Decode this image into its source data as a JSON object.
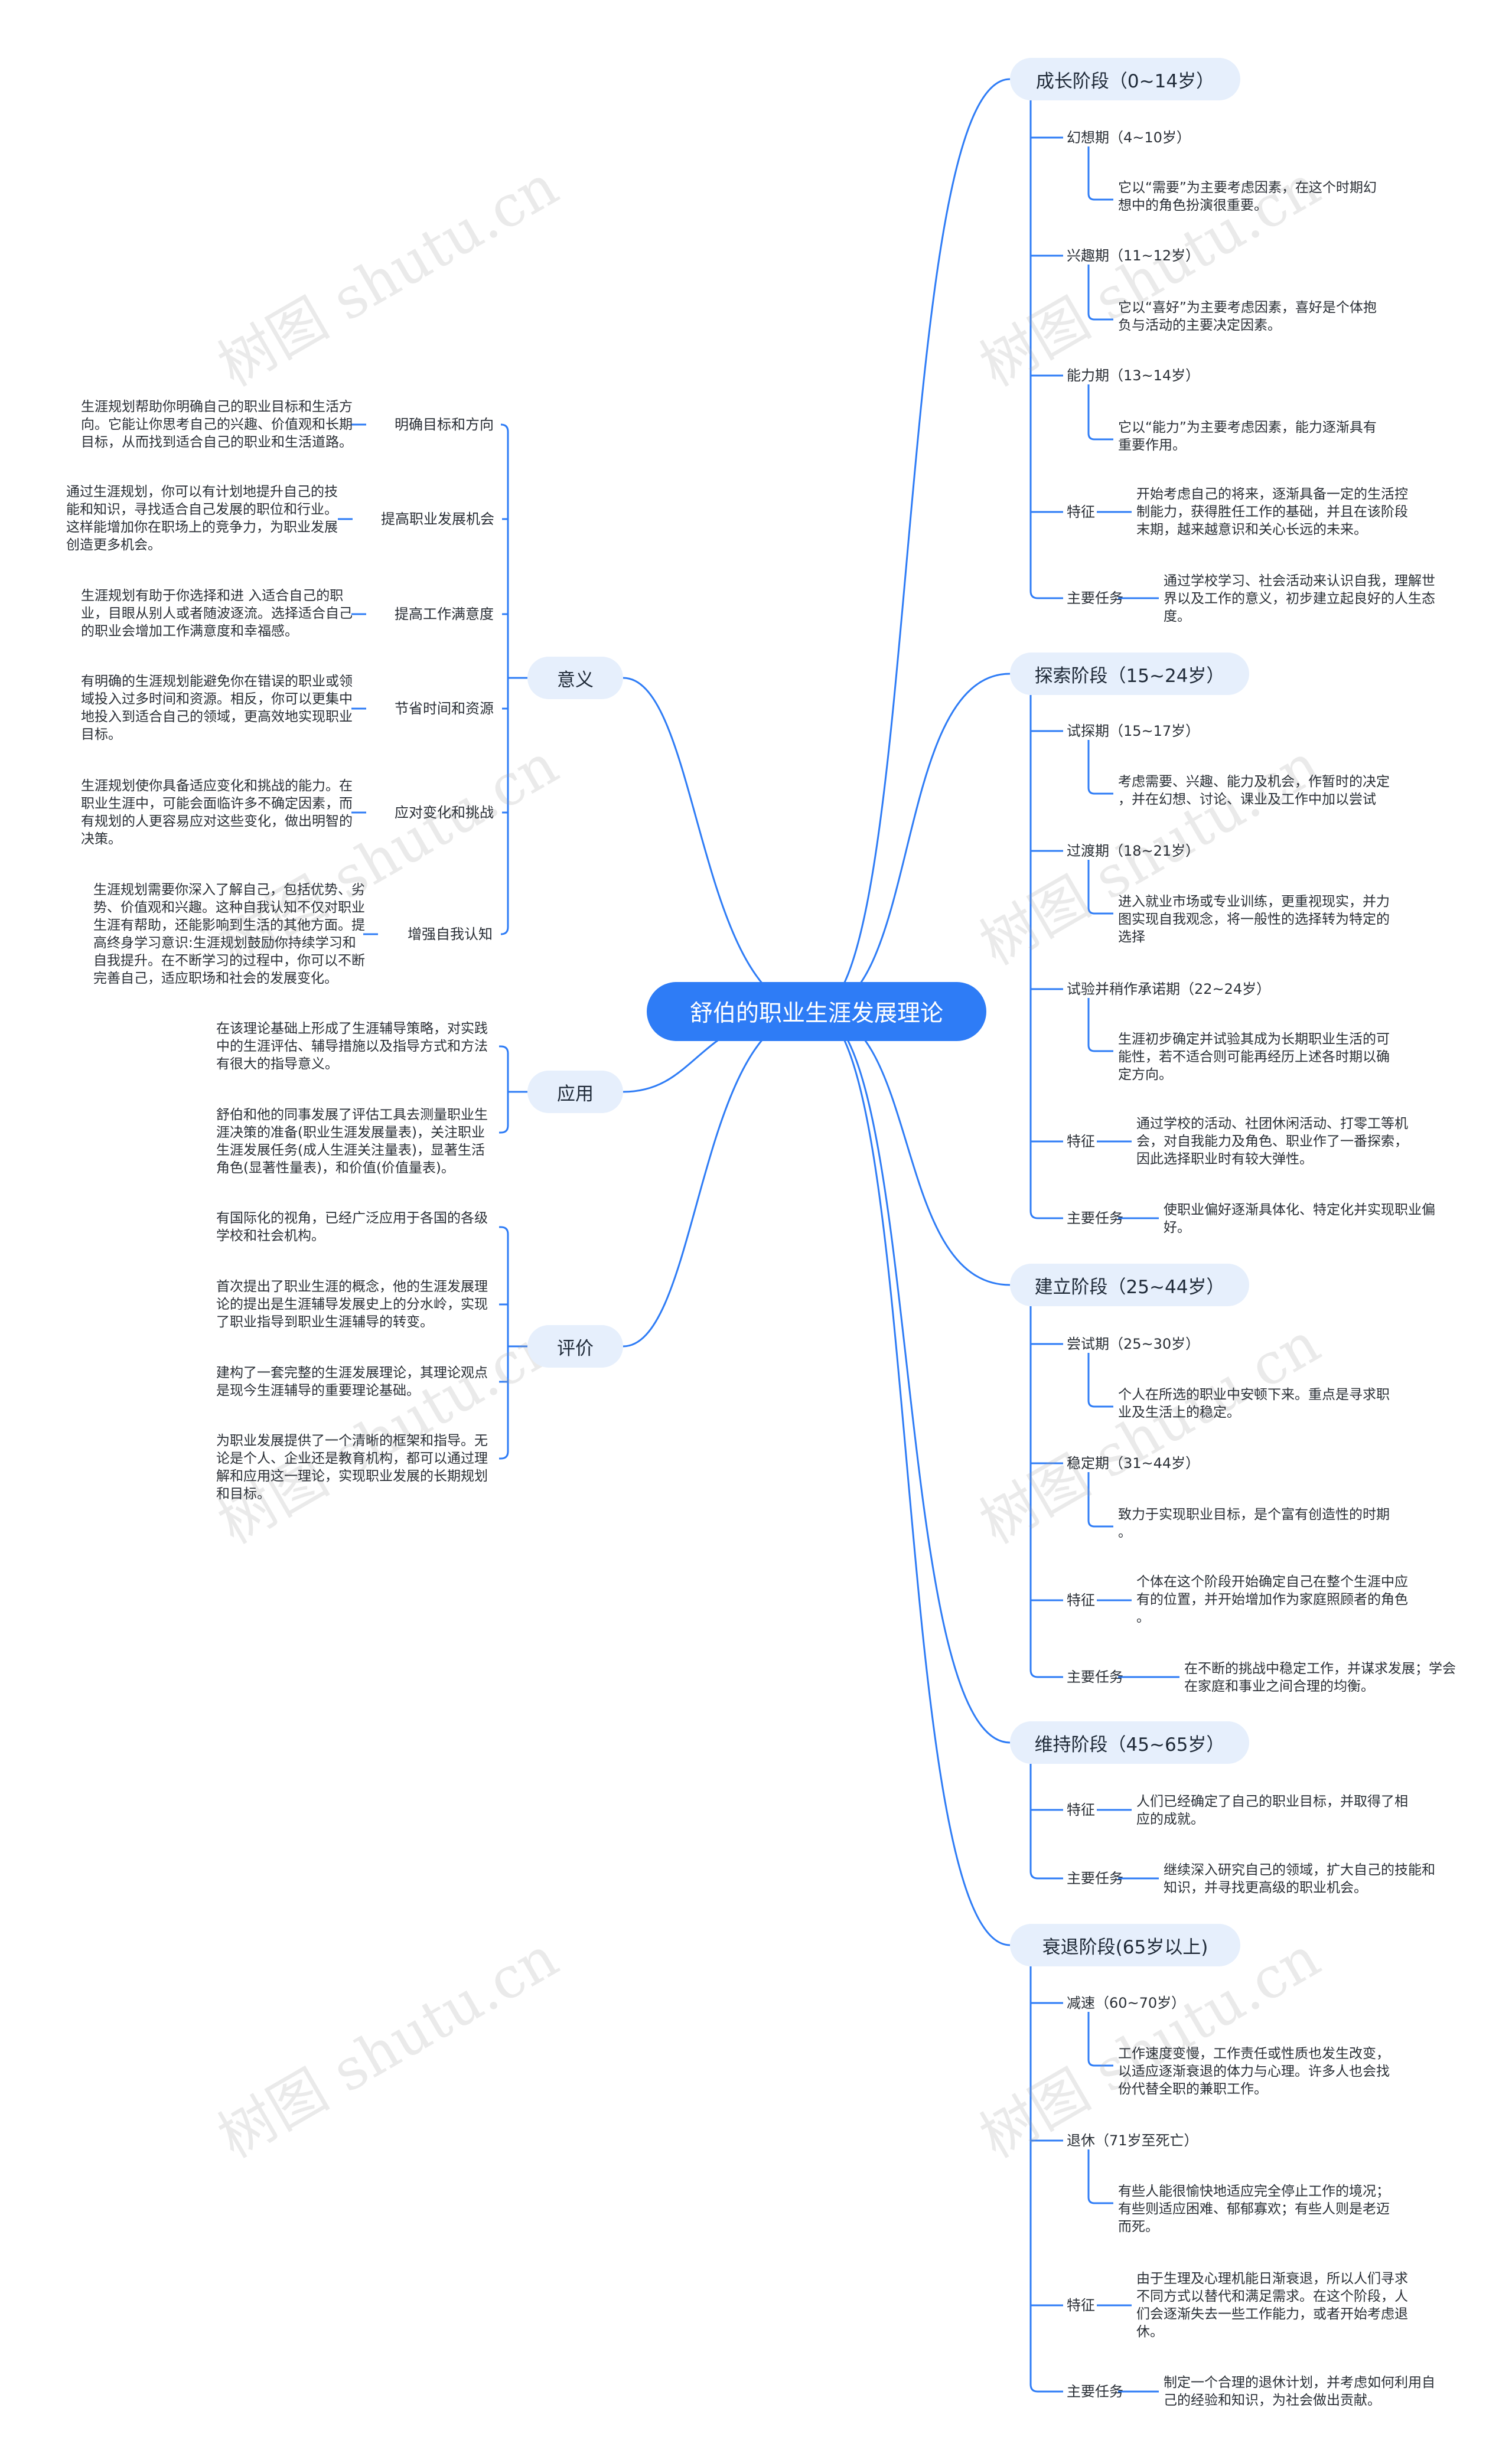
{
  "watermark": "树图 shutu.cn",
  "colors": {
    "line": "#2e7cf6",
    "root_bg": "#2e7cf6",
    "pill_bg": "#e6effc"
  },
  "root": "舒伯的职业生涯发展理论",
  "right": {
    "growth": {
      "title": "成长阶段（0~14岁）",
      "fantasy": {
        "label": "幻想期（4~10岁）",
        "text": "它以“需要”为主要考虑因素，在这个时期幻\n想中的角色扮演很重要。"
      },
      "interest": {
        "label": "兴趣期（11~12岁）",
        "text": "它以“喜好”为主要考虑因素，喜好是个体抱\n负与活动的主要决定因素。"
      },
      "capacity": {
        "label": "能力期（13~14岁）",
        "text": "它以“能力”为主要考虑因素，能力逐渐具有\n重要作用。"
      },
      "feature": {
        "label": "特征",
        "text": "开始考虑自己的将来，逐渐具备一定的生活控\n制能力，获得胜任工作的基础，并且在该阶段\n末期，越来越意识和关心长远的未来。"
      },
      "task": {
        "label": "主要任务",
        "text": "通过学校学习、社会活动来认识自我，理解世\n界以及工作的意义，初步建立起良好的人生态\n度。"
      }
    },
    "explore": {
      "title": "探索阶段（15~24岁）",
      "trial": {
        "label": "试探期（15~17岁）",
        "text": "考虑需要、兴趣、能力及机会，作暂时的决定\n，并在幻想、讨论、课业及工作中加以尝试"
      },
      "transition": {
        "label": "过渡期（18~21岁）",
        "text": "进入就业市场或专业训练，更重视现实，并力\n图实现自我观念，将一般性的选择转为特定的\n选择"
      },
      "commit": {
        "label": "试验并稍作承诺期（22~24岁）",
        "text": "生涯初步确定并试验其成为长期职业生活的可\n能性，若不适合则可能再经历上述各时期以确\n定方向。"
      },
      "feature": {
        "label": "特征",
        "text": "通过学校的活动、社团休闲活动、打零工等机\n会，对自我能力及角色、职业作了一番探索，\n因此选择职业时有较大弹性。"
      },
      "task": {
        "label": "主要任务",
        "text": "使职业偏好逐渐具体化、特定化并实现职业偏\n好。"
      }
    },
    "establish": {
      "title": "建立阶段（25~44岁）",
      "tryout": {
        "label": "尝试期（25~30岁）",
        "text": "个人在所选的职业中安顿下来。重点是寻求职\n业及生活上的稳定。"
      },
      "stable": {
        "label": "稳定期（31~44岁）",
        "text": "致力于实现职业目标，是个富有创造性的时期\n。"
      },
      "feature": {
        "label": "特征",
        "text": "个体在这个阶段开始确定自己在整个生涯中应\n有的位置，并开始增加作为家庭照顾者的角色\n。"
      },
      "task": {
        "label": "主要任务",
        "text": "在不断的挑战中稳定工作，并谋求发展；学会\n在家庭和事业之间合理的均衡。"
      }
    },
    "maintain": {
      "title": "维持阶段（45~65岁）",
      "feature": {
        "label": "特征",
        "text": "人们已经确定了自己的职业目标，并取得了相\n应的成就。"
      },
      "task": {
        "label": "主要任务",
        "text": "继续深入研究自己的领域，扩大自己的技能和\n知识，并寻找更高级的职业机会。"
      }
    },
    "decline": {
      "title": "衰退阶段(65岁以上)",
      "slowdown": {
        "label": "减速（60~70岁）",
        "text": "工作速度变慢，工作责任或性质也发生改变，\n以适应逐渐衰退的体力与心理。许多人也会找\n份代替全职的兼职工作。"
      },
      "retire": {
        "label": "退休（71岁至死亡）",
        "text": "有些人能很愉快地适应完全停止工作的境况；\n有些则适应困难、郁郁寡欢；有些人则是老迈\n而死。"
      },
      "feature": {
        "label": "特征",
        "text": "由于生理及心理机能日渐衰退，所以人们寻求\n不同方式以替代和满足需求。在这个阶段，人\n们会逐渐失去一些工作能力，或者开始考虑退\n休。"
      },
      "task": {
        "label": "主要任务",
        "text": "制定一个合理的退休计划，并考虑如何利用自\n己的经验和知识，为社会做出贡献。"
      }
    }
  },
  "left": {
    "meaning": {
      "title": "意义",
      "goals": {
        "label": "明确目标和方向",
        "text": "生涯规划帮助你明确自己的职业目标和生活方\n向。它能让你思考自己的兴趣、价值观和长期\n目标，从而找到适合自己的职业和生活道路。"
      },
      "opportunity": {
        "label": "提高职业发展机会",
        "text": "通过生涯规划，你可以有计划地提升自己的技\n能和知识，寻找适合自己发展的职位和行业。\n这样能增加你在职场上的竞争力，为职业发展\n创造更多机会。"
      },
      "satisfaction": {
        "label": "提高工作满意度",
        "text": "生涯规划有助于你选择和进 入适合自己的职\n业，目眼从别人或者随波逐流。选择适合自己\n的职业会增加工作满意度和幸福感。"
      },
      "saving": {
        "label": "节省时间和资源",
        "text": "有明确的生涯规划能避免你在错误的职业或领\n域投入过多时间和资源。相反，你可以更集中\n地投入到适合自己的领域，更高效地实现职业\n目标。"
      },
      "change": {
        "label": "应对变化和挑战",
        "text": "生涯规划使你具备适应变化和挑战的能力。在\n职业生涯中，可能会面临许多不确定因素，而\n有规划的人更容易应对这些变化，做出明智的\n决策。"
      },
      "selfknow": {
        "label": "增强自我认知",
        "text": "生涯规划需要你深入了解自己，包括优势、劣\n势、价值观和兴趣。这种自我认知不仅对职业\n生涯有帮助，还能影响到生活的其他方面。提\n高终身学习意识:生涯规划鼓励你持续学习和\n自我提升。在不断学习的过程中，你可以不断\n完善自己，适应职场和社会的发展变化。"
      }
    },
    "application": {
      "title": "应用",
      "a1": "在该理论基础上形成了生涯辅导策略，对实践\n中的生涯评估、辅导措施以及指导方式和方法\n有很大的指导意义。",
      "a2": "舒伯和他的同事发展了评估工具去测量职业生\n涯决策的准备(职业生涯发展量表)，关注职业\n生涯发展任务(成人生涯关注量表)，显著生活\n角色(显著性量表)，和价值(价值量表)。"
    },
    "evaluation": {
      "title": "评价",
      "e1": "有国际化的视角，已经广泛应用于各国的各级\n学校和社会机构。",
      "e2": "首次提出了职业生涯的概念，他的生涯发展理\n论的提出是生涯辅导发展史上的分水岭，实现\n了职业指导到职业生涯辅导的转变。",
      "e3": "建构了一套完整的生涯发展理论，其理论观点\n是现今生涯辅导的重要理论基础。",
      "e4": "为职业发展提供了一个清晰的框架和指导。无\n论是个人、企业还是教育机构，都可以通过理\n解和应用这一理论，实现职业发展的长期规划\n和目标。"
    }
  }
}
